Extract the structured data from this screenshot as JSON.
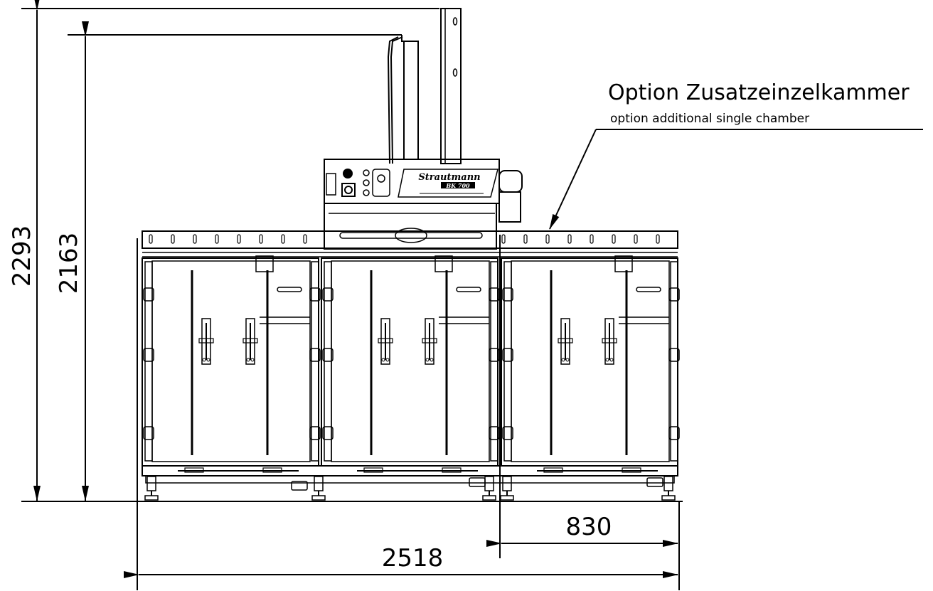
{
  "dimensions": {
    "overall_height": "2293",
    "column_height": "2163",
    "overall_width": "2518",
    "chamber_width": "830"
  },
  "annotation": {
    "title": "Option Zusatzeinzelkammer",
    "subtitle": "option additional single chamber"
  },
  "machine": {
    "brand": "Strautmann",
    "model": "BK 700"
  },
  "colors": {
    "line": "#000000",
    "background": "#ffffff"
  }
}
